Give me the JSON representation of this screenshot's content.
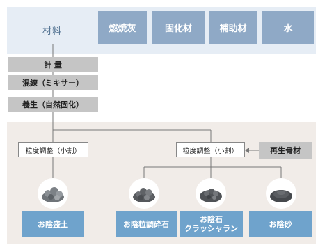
{
  "materials": {
    "label": "材料",
    "items": [
      "燃焼灰",
      "固化材",
      "補助材",
      "水"
    ]
  },
  "steps": [
    "計 量",
    "混練（ミキサー）",
    "養生（自然固化）"
  ],
  "processes": {
    "left": "粒度調整（小割）",
    "right": "粒度調整（小割）",
    "recycled": "再生骨材"
  },
  "products": [
    {
      "label": "お陰盛土"
    },
    {
      "label": "お陰粒調砕石"
    },
    {
      "label": "お陰石\nクラッシャラン"
    },
    {
      "label": "お陰砂"
    }
  ],
  "colors": {
    "material_box": "#8fa9c6",
    "product_box": "#6fa3cc",
    "step_box": "#c5c5c5",
    "top_band": "#e6edf5",
    "bottom_band": "#f1ece8"
  }
}
